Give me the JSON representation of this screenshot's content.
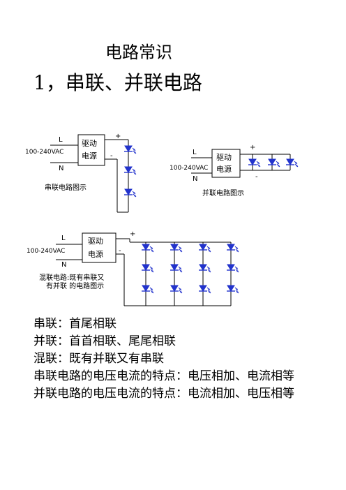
{
  "doc": {
    "title": "电路常识",
    "heading": "1，串联、并联电路"
  },
  "diagrams": {
    "series": {
      "l_label": "L",
      "n_label": "N",
      "voltage": "100-240VAC",
      "driver_line1": "驱动",
      "driver_line2": "电源",
      "plus": "+",
      "minus": "-",
      "caption": "串联电路图示",
      "led_color": "#2233cc"
    },
    "parallel": {
      "l_label": "L",
      "n_label": "N",
      "voltage": "100-240VAC",
      "driver_line1": "驱动",
      "driver_line2": "电源",
      "plus": "+",
      "minus": "-",
      "caption": "并联电路图示",
      "led_color": "#2233cc"
    },
    "mixed": {
      "l_label": "L",
      "n_label": "N",
      "voltage": "100-240VAC",
      "driver_line1": "驱动",
      "driver_line2": "电源",
      "plus": "+",
      "minus": "-",
      "caption_line1": "混联电路:既有串联又",
      "caption_line2": "有并联 的电路图示",
      "led_color": "#2233cc"
    }
  },
  "lines": [
    "串联：首尾相联",
    "并联：首首相联、尾尾相联",
    "混联：既有并联又有串联",
    "串联电路的电压电流的特点：电压相加、电流相等",
    "并联电路的电压电流的特点：电流相加、电压相等"
  ]
}
